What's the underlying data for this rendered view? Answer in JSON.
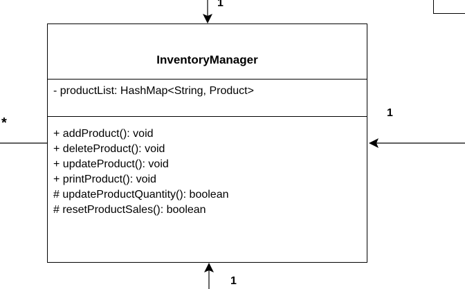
{
  "class_box": {
    "name": "InventoryManager",
    "attributes": [
      "- productList: HashMap<String, Product>"
    ],
    "methods": [
      "+ addProduct(): void",
      "+ deleteProduct(): void",
      "+ updateProduct(): void",
      "+ printProduct(): void",
      "# updateProductQuantity(): boolean",
      "# resetProductSales(): boolean"
    ]
  },
  "connectors": {
    "top": "1",
    "left": "*",
    "right": "1",
    "bottom": "1"
  }
}
